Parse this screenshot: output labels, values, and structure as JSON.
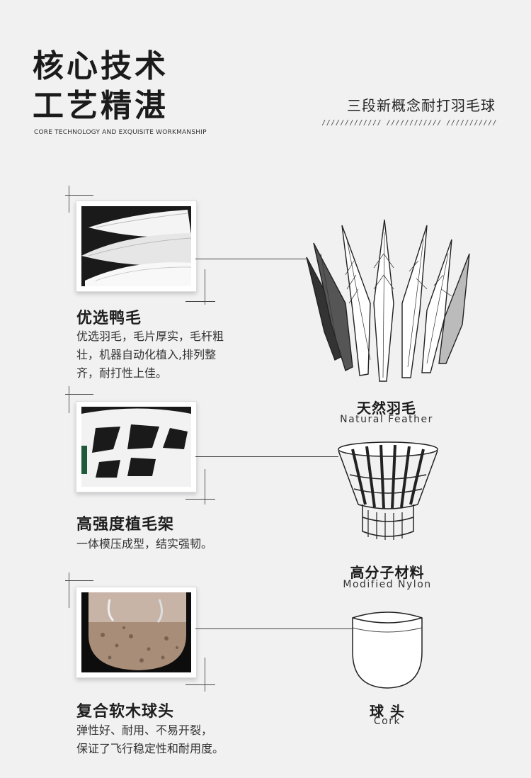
{
  "header": {
    "title_line1": "核心技术",
    "title_line2": "工艺精湛",
    "subtitle_en": "CORE TECHNOLOGY AND EXQUISITE WORKMANSHIP",
    "tagline": "三段新概念耐打羽毛球",
    "slashes": "/////////////  ////////////  ///////////"
  },
  "features": [
    {
      "title": "优选鸭毛",
      "desc_lines": [
        "优选羽毛，毛片厚实，毛杆粗",
        "壮，机器自动化植入,排列整",
        "齐，耐打性上佳。"
      ],
      "part_cn": "天然羽毛",
      "part_en": "Natural Feather"
    },
    {
      "title": "高强度植毛架",
      "desc_lines": [
        "一体模压成型，结实强韧。"
      ],
      "part_cn": "高分子材料",
      "part_en": "Modified Nylon"
    },
    {
      "title": "复合软木球头",
      "desc_lines": [
        "弹性好、耐用、不易开裂，",
        "保证了飞行稳定性和耐用度。"
      ],
      "part_cn": "球 头",
      "part_en": "Cork"
    }
  ],
  "colors": {
    "background": "#f1f1f2",
    "text": "#222222"
  },
  "icons": [
    "feather-photo",
    "feather-diagram",
    "nylon-skirt-photo",
    "nylon-skirt-diagram",
    "cork-photo",
    "cork-diagram"
  ]
}
